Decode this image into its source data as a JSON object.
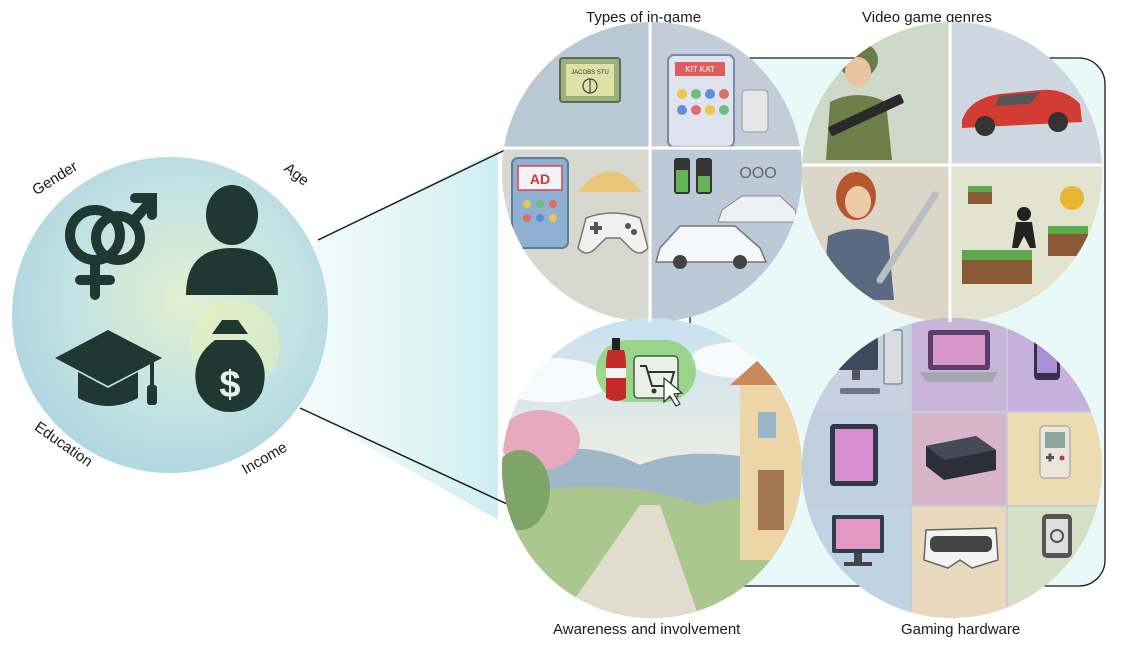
{
  "demographics": {
    "gender_label": "Gender",
    "age_label": "Age",
    "education_label": "Education",
    "income_label": "Income"
  },
  "panels": {
    "types_title": "Types of in-game",
    "genres_title": "Video game genres",
    "awareness_title": "Awareness and involvement",
    "hardware_title": "Gaming hardware"
  },
  "in_game": {
    "billboard_text": "JACOBS STU",
    "candy_text": "KIT KAT",
    "ad_text": "AD",
    "dots_text": "OOO"
  },
  "icons": [
    "gender-icon",
    "person-icon",
    "graduation-cap-icon",
    "money-bag-icon",
    "soldier-icon",
    "sports-car-icon",
    "warrior-icon",
    "platformer-icon",
    "cola-bottle-icon",
    "shopping-cart-icon",
    "desktop-pc-icon",
    "laptop-icon",
    "smartphone-icon",
    "tablet-icon",
    "console-icon",
    "handheld-icon",
    "monitor-icon",
    "vr-headset-icon",
    "smart-watch-icon"
  ],
  "colors": {
    "left_circle": "#bfe0e6",
    "highlight_panel": "#e9f9f7",
    "icon_dark": "#1f3832"
  }
}
